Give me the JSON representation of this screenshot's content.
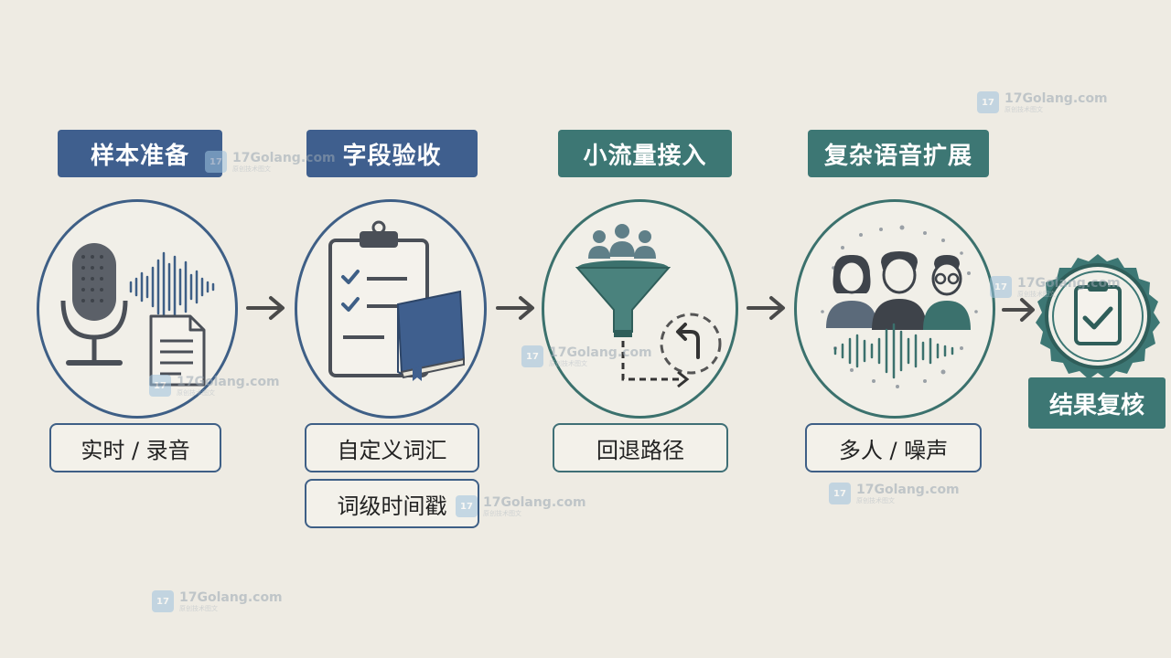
{
  "steps": [
    {
      "title": "样本准备",
      "labels": [
        "实时 / 录音"
      ]
    },
    {
      "title": "字段验收",
      "labels": [
        "自定义词汇",
        "词级时间戳"
      ]
    },
    {
      "title": "小流量接入",
      "labels": [
        "回退路径"
      ]
    },
    {
      "title": "复杂语音扩展",
      "labels": [
        "多人 / 噪声"
      ]
    }
  ],
  "final": {
    "label": "结果复核"
  },
  "watermark": {
    "text": "17Golang.com",
    "subtext": "原创技术图文",
    "logo": "17"
  },
  "icons": {
    "step1": [
      "microphone-icon",
      "waveform-icon",
      "document-icon"
    ],
    "step2": [
      "clipboard-checklist-icon",
      "book-icon"
    ],
    "step3": [
      "people-icon",
      "funnel-icon",
      "fallback-arrow-icon"
    ],
    "step4": [
      "people-group-icon",
      "waveform-icon"
    ],
    "final": [
      "seal-badge-icon",
      "clipboard-check-icon"
    ]
  },
  "colors": {
    "blue": "#3f5f8e",
    "teal": "#3d7774",
    "background": "#eeebe3",
    "arrow": "#4a4a4a"
  }
}
